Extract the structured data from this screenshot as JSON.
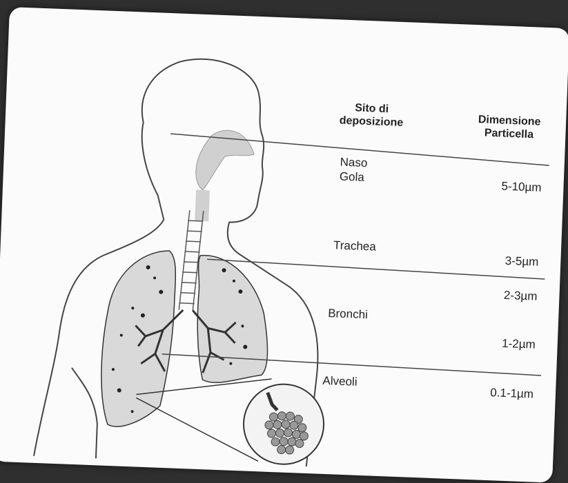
{
  "header": {
    "site_line1": "Sito di",
    "site_line2": "deposizione",
    "size_line1": "Dimensione",
    "size_line2": "Particella"
  },
  "rows": [
    {
      "site_line1": "Naso",
      "site_line2": "Gola",
      "size": "5-10µm"
    },
    {
      "site_line1": "Trachea",
      "size": "3-5µm"
    },
    {
      "size_upper": "2-3µm",
      "site_line1": "Bronchi",
      "size_lower": "1-2µm"
    },
    {
      "site_line1": "Alveoli",
      "size": "0.1-1µm"
    }
  ],
  "colors": {
    "background": "#2f2f2f",
    "card": "#fbfbfb",
    "lung_fill": "#d9d9d9",
    "outline": "#333333"
  }
}
